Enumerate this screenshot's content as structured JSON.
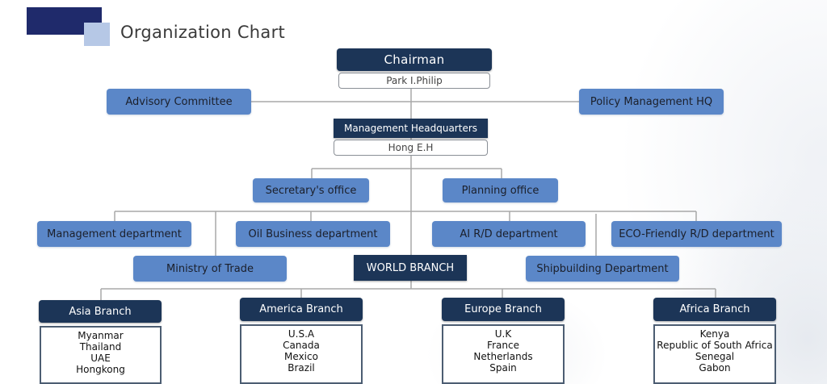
{
  "page": {
    "title": "Organization Chart"
  },
  "chairman": {
    "title": "Chairman",
    "name": "Park I.Philip"
  },
  "advisory": {
    "left": "Advisory Committee",
    "right": "Policy Management HQ"
  },
  "management_hq": {
    "title": "Management Headquarters",
    "name": "Hong E.H"
  },
  "offices": {
    "secretary": "Secretary's office",
    "planning": "Planning office"
  },
  "departments": {
    "management": "Management department",
    "oil_business": "Oil Business department",
    "ai_rd": "AI R/D department",
    "eco_rd": "ECO-Friendly R/D department",
    "ministry_trade": "Ministry of Trade",
    "shipbuilding": "Shipbuilding Department"
  },
  "world_branch": {
    "title": "WORLD BRANCH",
    "branches": [
      {
        "title": "Asia Branch",
        "countries": [
          "Myanmar",
          "Thailand",
          "UAE",
          "Hongkong"
        ]
      },
      {
        "title": "America Branch",
        "countries": [
          "U.S.A",
          "Canada",
          "Mexico",
          "Brazil"
        ]
      },
      {
        "title": "Europe Branch",
        "countries": [
          "U.K",
          "France",
          "Netherlands",
          "Spain"
        ]
      },
      {
        "title": "Africa Branch",
        "countries": [
          "Kenya",
          "Republic of South Africa",
          "Senegal",
          "Gabon"
        ]
      }
    ]
  },
  "colors": {
    "dark_node": "#1c3557",
    "blue_node": "#5b87c8",
    "logo_dark": "#1f2a6b",
    "logo_light": "#b6c8e6",
    "connector": "#a8a8a8"
  }
}
